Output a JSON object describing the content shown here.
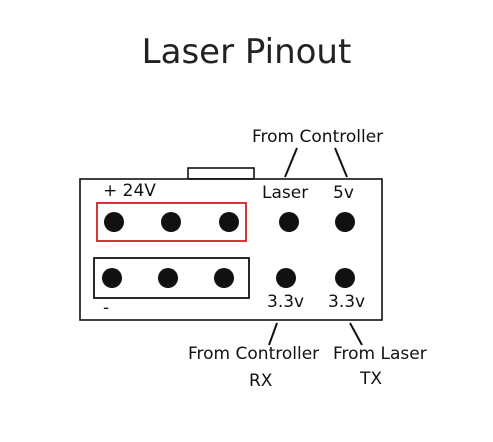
{
  "title": "Laser Pinout",
  "labels": {
    "plus_24v": "+  24V",
    "minus": "-",
    "laser": "Laser",
    "five_v": "5v",
    "from_controller_top": "From Controller",
    "pin_3v3_left": "3.3v",
    "pin_3v3_right": "3.3v",
    "from_controller_bottom": "From Controller",
    "rx": "RX",
    "from_laser": "From Laser",
    "tx": "TX"
  },
  "colors": {
    "outline": "#111111",
    "positive_group": "#cc2222",
    "pin": "#111111"
  }
}
